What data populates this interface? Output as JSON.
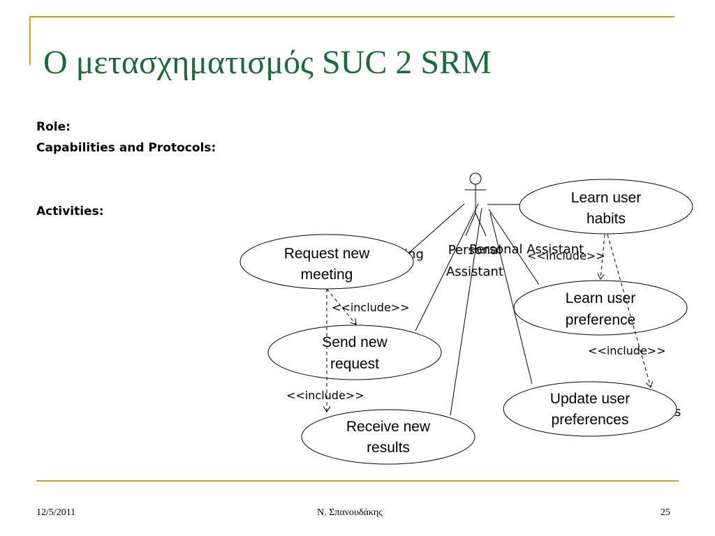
{
  "title": "Ο μετασχηματισμός SUC 2 SRM",
  "labels": {
    "role": "Role:",
    "capabilities": "Capabilities and Protocols:",
    "activities": "Activities:"
  },
  "diagram": {
    "actor": {
      "name_line1": "Personal",
      "name_line2": "Assistant",
      "overlap_label": "Personal Assistant"
    },
    "use_cases": {
      "request_meeting": [
        "Request new",
        "meeting"
      ],
      "send_request": [
        "Send new",
        "request"
      ],
      "receive_results": [
        "Receive new",
        "results"
      ],
      "learn_habits": [
        "Learn user",
        "habits"
      ],
      "learn_preference": [
        "Learn user",
        "preference"
      ],
      "update_preferences": [
        "Update user",
        "preferences"
      ]
    },
    "include_label": "<<include>>",
    "fragments": {
      "meeting_tail": "ting",
      "habits_tail": "-",
      "preferences_tail": "s"
    }
  },
  "footer": {
    "date": "12/5/2011",
    "author": "Ν. Σπανουδάκης",
    "page": "25"
  }
}
